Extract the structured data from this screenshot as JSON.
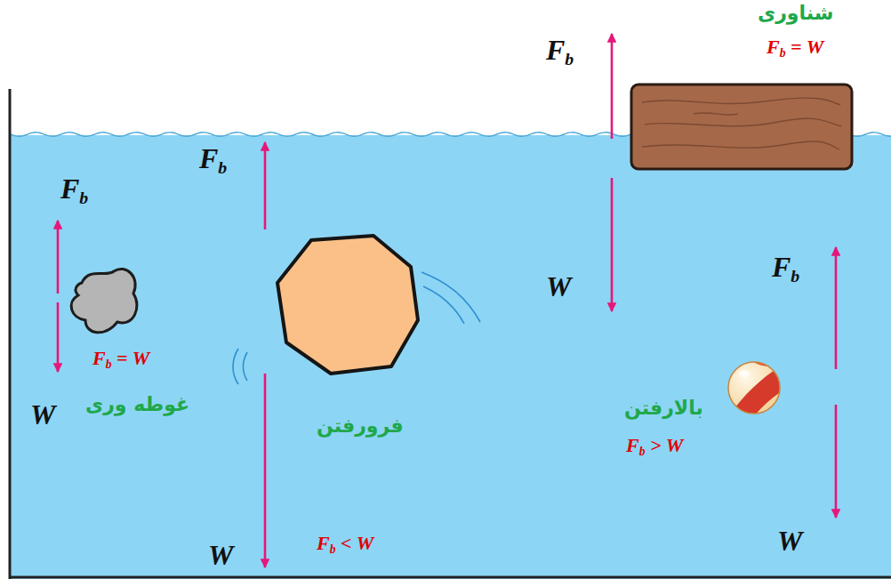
{
  "diagram": {
    "labels": [
      "شناوری",
      "Fb = W",
      "Fb",
      "W",
      "Fb",
      "Fb = W",
      "غوطه وری",
      "W",
      "Fb",
      "فرورفتن",
      "Fb < W",
      "W",
      "Fb",
      "بالارفتن",
      "Fb > W",
      "W"
    ]
  }
}
